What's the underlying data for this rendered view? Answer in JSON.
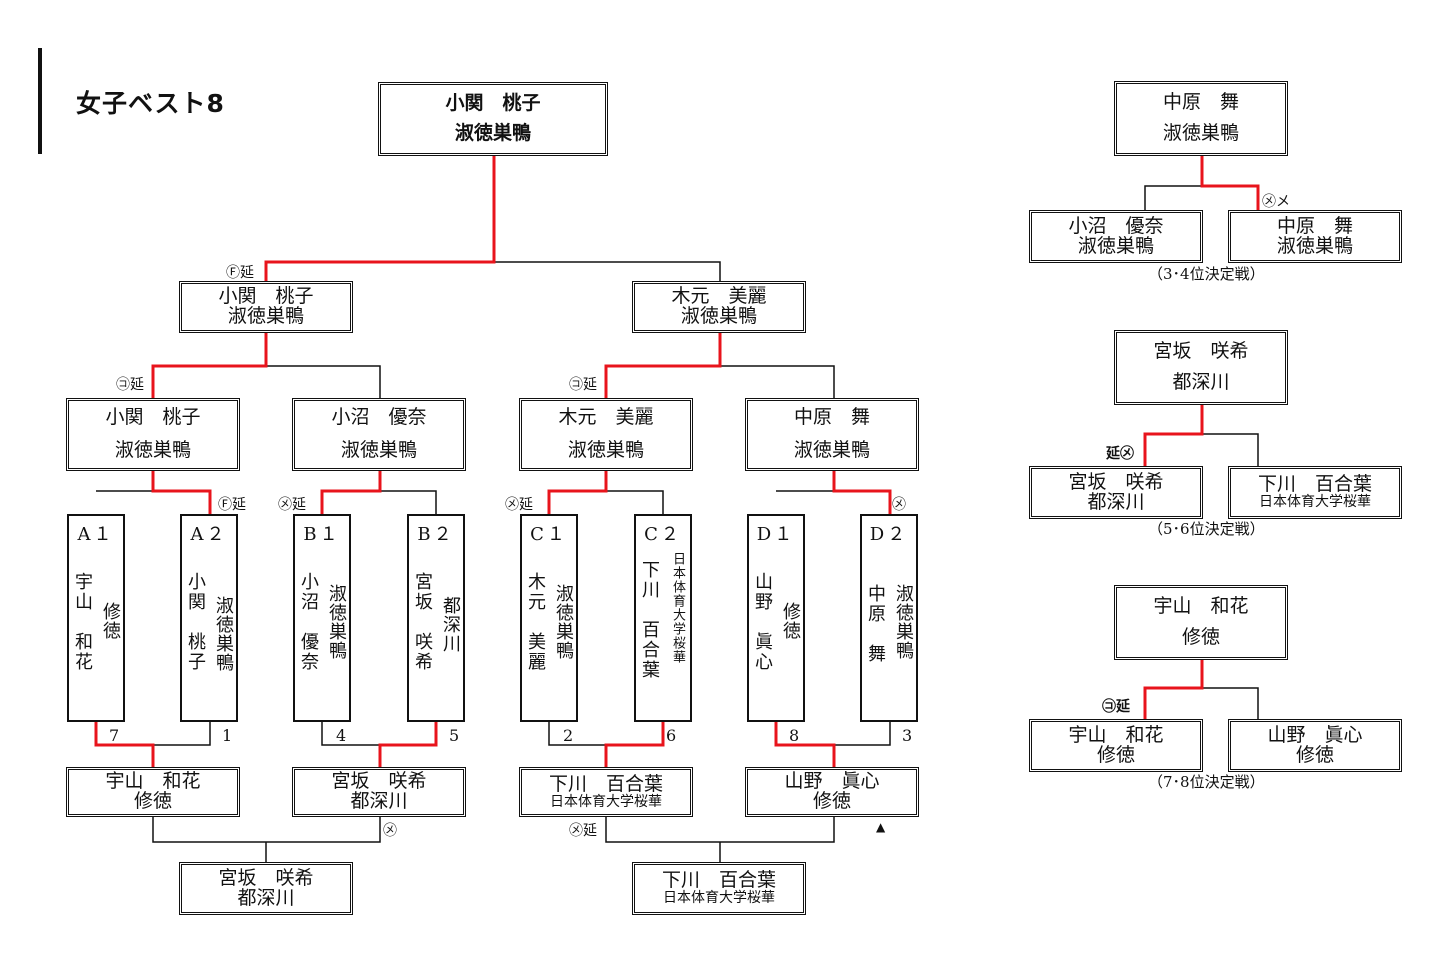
{
  "page_title": "女子ベスト8",
  "champion": {
    "name": "小関　桃子",
    "team": "淑徳巣鴨"
  },
  "final_left": {
    "name": "小関　桃子",
    "team": "淑徳巣鴨"
  },
  "final_right": {
    "name": "木元　美麗",
    "team": "淑徳巣鴨"
  },
  "semis": [
    {
      "name": "小関　桃子",
      "team": "淑徳巣鴨"
    },
    {
      "name": "小沼　優奈",
      "team": "淑徳巣鴨"
    },
    {
      "name": "木元　美麗",
      "team": "淑徳巣鴨"
    },
    {
      "name": "中原　舞",
      "team": "淑徳巣鴨"
    }
  ],
  "seeds": [
    {
      "seed": "A１",
      "name": "宇山　和花",
      "team": "修徳",
      "score": "7"
    },
    {
      "seed": "A２",
      "name": "小関　桃子",
      "team": "淑徳巣鴨",
      "score": "1"
    },
    {
      "seed": "B１",
      "name": "小沼　優奈",
      "team": "淑徳巣鴨",
      "score": "4"
    },
    {
      "seed": "B２",
      "name": "宮坂　咲希",
      "team": "都深川",
      "score": "5"
    },
    {
      "seed": "C１",
      "name": "木元　美麗",
      "team": "淑徳巣鴨",
      "score": "2"
    },
    {
      "seed": "C２",
      "name": "下川　百合葉",
      "team": "日本体育大学桜華",
      "score": "6"
    },
    {
      "seed": "D１",
      "name": "山野　眞心",
      "team": "修徳",
      "score": "8"
    },
    {
      "seed": "D２",
      "name": "中原　舞",
      "team": "淑徳巣鴨",
      "score": "3"
    }
  ],
  "repechage": [
    {
      "name": "宇山　和花",
      "team": "修徳"
    },
    {
      "name": "宮坂　咲希",
      "team": "都深川"
    },
    {
      "name": "下川　百合葉",
      "team": "日本体育大学桜華"
    },
    {
      "name": "山野　眞心",
      "team": "修徳"
    }
  ],
  "rep_final_left": {
    "name": "宮坂　咲希",
    "team": "都深川"
  },
  "rep_final_right": {
    "name": "下川　百合葉",
    "team": "日本体育大学桜華"
  },
  "marks": {
    "final": "Ⓕ延",
    "semi_left": "㋙延",
    "semi_right": "㋙延",
    "qf1": "Ⓕ延",
    "qf2": "㋱延",
    "qf3": "㋱延",
    "qf4": "㋱",
    "rep_left": "㋱",
    "rep_right": "㋱延",
    "place34": "㋱メ",
    "place56": "延㋱",
    "place78": "㋙延",
    "triangle": "▲"
  },
  "place34": {
    "winner": {
      "name": "中原　舞",
      "team": "淑徳巣鴨"
    },
    "left": {
      "name": "小沼　優奈",
      "team": "淑徳巣鴨"
    },
    "right": {
      "name": "中原　舞",
      "team": "淑徳巣鴨"
    },
    "caption": "（3･4位決定戦）"
  },
  "place56": {
    "winner": {
      "name": "宮坂　咲希",
      "team": "都深川"
    },
    "left": {
      "name": "宮坂　咲希",
      "team": "都深川"
    },
    "right": {
      "name": "下川　百合葉",
      "team": "日本体育大学桜華"
    },
    "caption": "（5･6位決定戦）"
  },
  "place78": {
    "winner": {
      "name": "宇山　和花",
      "team": "修徳"
    },
    "left": {
      "name": "宇山　和花",
      "team": "修徳"
    },
    "right": {
      "name": "山野　眞心",
      "team": "修徳"
    },
    "caption": "（7･8位決定戦）"
  }
}
